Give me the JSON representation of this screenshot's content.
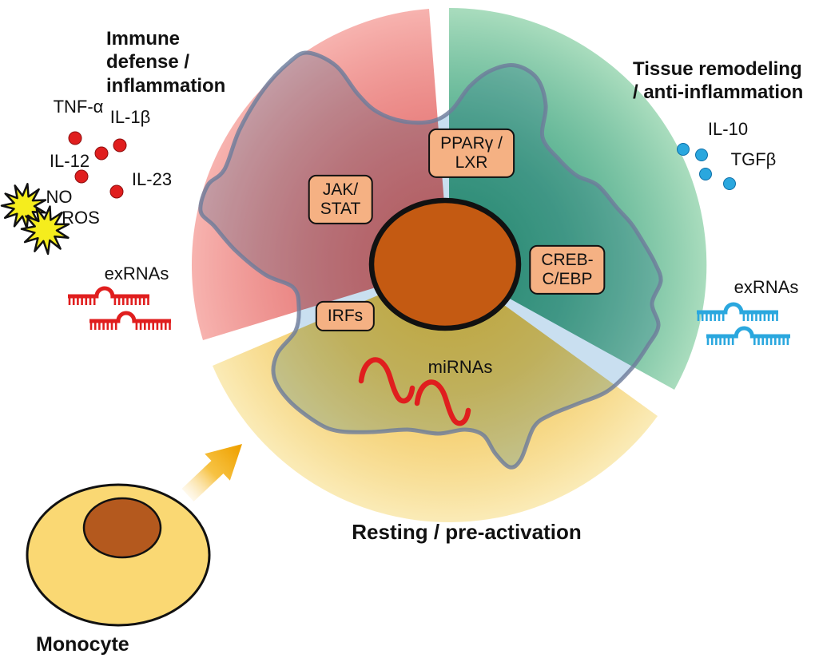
{
  "sections": {
    "immune": {
      "label": "Immune\ndefense /\ninflammation"
    },
    "tissue": {
      "label": "Tissue remodeling\n/ anti-inflammation"
    },
    "resting": {
      "label": "Resting / pre-activation"
    }
  },
  "boxes": {
    "jak_stat": "JAK/\nSTAT",
    "ppar_lxr": "PPARγ /\nLXR",
    "creb_cebp": "CREB-\nC/EBP",
    "irfs": "IRFs"
  },
  "signals": {
    "tnf_alpha": "TNF-α",
    "il1_beta": "IL-1β",
    "il12": "IL-12",
    "il23": "IL-23",
    "no": "NO",
    "ros": "ROS",
    "il10": "IL-10",
    "tgf_beta": "TGFβ",
    "exrnas_left": "exRNAs",
    "exrnas_right": "exRNAs",
    "mirnas": "miRNAs"
  },
  "monocyte_label": "Monocyte",
  "colors": {
    "wedge_red_inner": "#E2605E",
    "wedge_red_outer": "#F8B6B2",
    "wedge_green_inner": "#2A9A74",
    "wedge_green_outer": "#AEDFC0",
    "wedge_yellow_inner": "#F0BC3B",
    "wedge_yellow_outer": "#FBEDBC",
    "cell_fill": "#C8DEF0",
    "cell_outline": "#6E7C9B",
    "nucleus": "#C45A12",
    "nucleus_outline": "#111111",
    "box_fill": "#F5B183",
    "red_signal": "#E01E1E",
    "blue_signal": "#2AA7DE",
    "starburst_yellow": "#F5ED1D",
    "monocyte_fill": "#FAD873",
    "monocyte_nucleus": "#B4591E",
    "arrow_gold": "#EFA202"
  }
}
